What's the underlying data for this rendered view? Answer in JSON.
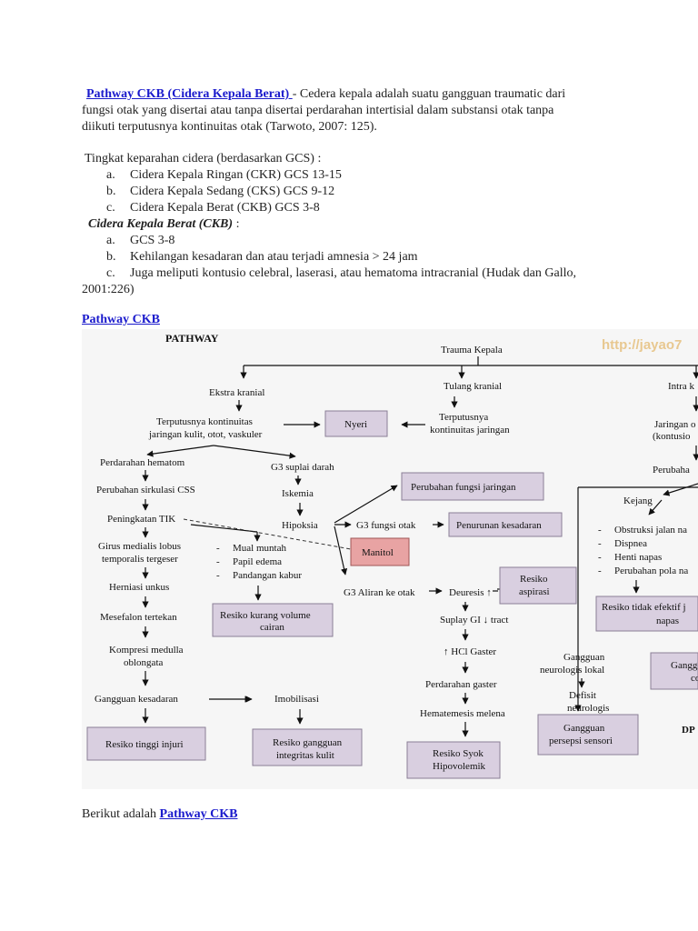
{
  "intro": {
    "link": "Pathway CKB (Cidera Kepala Berat) ",
    "text_1": "- Cedera kepala adalah suatu gangguan traumatic dari",
    "text_2": "fungsi otak yang disertai atau tanpa disertai perdarahan intertisial dalam substansi otak tanpa",
    "text_3": "diikuti terputusnya kontinuitas otak (Tarwoto, 2007: 125)."
  },
  "severity": {
    "heading": "Tingkat keparahan cidera (berdasarkan GCS) :",
    "items": [
      {
        "marker": "a.",
        "text": "Cidera Kepala Ringan (CKR) GCS 13-15"
      },
      {
        "marker": "b.",
        "text": "Cidera Kepala Sedang (CKS) GCS 9-12"
      },
      {
        "marker": "c.",
        "text": "Cidera Kepala Berat (CKB) GCS 3-8"
      }
    ]
  },
  "ckb": {
    "heading": "Cidera Kepala Berat (CKB)",
    "colon": " :",
    "items": [
      {
        "marker": "a.",
        "text": "GCS 3-8"
      },
      {
        "marker": "b.",
        "text": "Kehilangan kesadaran dan atau terjadi amnesia > 24 jam"
      },
      {
        "marker": "c.",
        "text": "Juga meliputi kontusio celebral, laserasi, atau hematoma intracranial (Hudak dan Gallo,"
      }
    ],
    "continuation": "2001:226)"
  },
  "pathway_link": "Pathway CKB",
  "diagram": {
    "title": "PATHWAY",
    "watermark": "http://jayao7",
    "nodes": {
      "trauma": "Trauma Kepala",
      "ekstra": "Ekstra kranial",
      "tulang": "Tulang kranial",
      "intra": "Intra k",
      "putus1a": "Terputusnya kontinuitas",
      "putus1b": "jaringan kulit, otot, vaskuler",
      "nyeri": "Nyeri",
      "putus2a": "Terputusnya",
      "putus2b": "kontinuitas jaringan",
      "jaringan_a": "Jaringan o",
      "jaringan_b": "(kontusio",
      "perdarahan_hematom": "Perdarahan hematom",
      "g3_suplai": "G3 suplai darah",
      "perubahan_fungsi": "Perubahan fungsi jaringan",
      "perubahan_r": "Perubaha",
      "sirkulasi": "Perubahan sirkulasi CSS",
      "iskemia": "Iskemia",
      "kejang": "Kejang",
      "tik": "Peningkatan TIK",
      "hipoksia": "Hipoksia",
      "g3_fungsi": "G3 fungsi otak",
      "penurunan": "Penurunan kesadaran",
      "girus_a": "Girus medialis lobus",
      "girus_b": "temporalis tergeser",
      "mual": "Mual muntah",
      "papil": "Papil edema",
      "pandangan": "Pandangan kabur",
      "manitol": "Manitol",
      "obstruksi": "Obstruksi jalan na",
      "dispnea": "Dispnea",
      "henti": "Henti napas",
      "pola": "Perubahan pola na",
      "herniasi": "Herniasi unkus",
      "aliran": "G3 Aliran ke otak",
      "deuresis": "Deuresis ↑",
      "resiko_aspirasi_a": "Resiko",
      "resiko_aspirasi_b": "aspirasi",
      "mesefalon": "Mesefalon tertekan",
      "resiko_cairan_a": "Resiko kurang volume",
      "resiko_cairan_b": "cairan",
      "suplay": "Suplay GI ↓ tract",
      "resiko_napas_a": "Resiko tidak efektif j",
      "resiko_napas_b": "napas",
      "kompresi_a": "Kompresi medulla",
      "kompresi_b": "oblongata",
      "hcl": "↑ HCl Gaster",
      "gangguan_neuro_a": "Gangguan",
      "gangguan_neuro_b": "neurologis lokal",
      "gangg_r_a": "Gangg",
      "gangg_r_b": "co",
      "gangguan_kesadaran": "Gangguan kesadaran",
      "imobilisasi": "Imobilisasi",
      "perdarahan_gaster": "Perdarahan gaster",
      "defisit_a": "Defisit",
      "defisit_b": "neurologis",
      "hematemesis": "Hematemesis melena",
      "dp": "DP",
      "injuri": "Resiko tinggi injuri",
      "integritas_a": "Resiko gangguan",
      "integritas_b": "integritas kulit",
      "syok_a": "Resiko Syok",
      "syok_b": "Hipovolemik",
      "persepsi_a": "Gangguan",
      "persepsi_b": "persepsi sensori"
    }
  },
  "footer": {
    "text": "Berikut adalah ",
    "link": "Pathway CKB "
  }
}
